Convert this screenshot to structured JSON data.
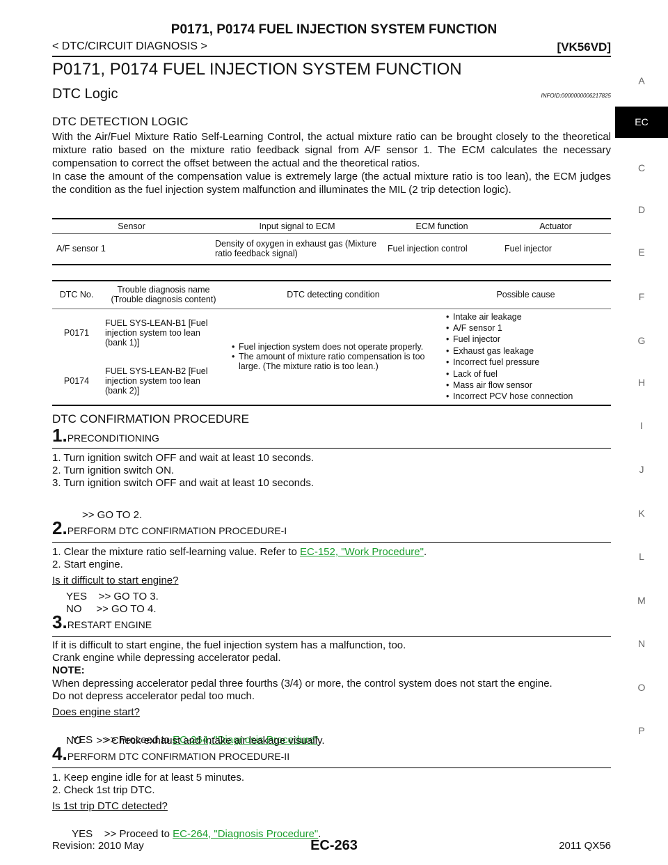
{
  "header": {
    "title": "P0171, P0174 FUEL INJECTION SYSTEM FUNCTION",
    "breadcrumb": "< DTC/CIRCUIT DIAGNOSIS >",
    "model": "[VK56VD]"
  },
  "page_title": "P0171, P0174 FUEL INJECTION SYSTEM FUNCTION",
  "section_title": "DTC Logic",
  "info_id": "INFOID:0000000006217825",
  "detection_logic": {
    "heading": "DTC DETECTION LOGIC",
    "para1": "With the Air/Fuel Mixture Ratio Self-Learning Control, the actual mixture ratio can be brought closely to the theoretical mixture ratio based on the mixture ratio feedback signal from A/F sensor 1. The ECM calculates the necessary compensation to correct the offset between the actual and the theoretical ratios.",
    "para2": "In case the amount of the compensation value is extremely large (the actual mixture ratio is too lean), the ECM judges the condition as the fuel injection system malfunction and illuminates the MIL (2 trip detection logic)."
  },
  "sensor_table": {
    "headers": [
      "Sensor",
      "Input signal to ECM",
      "ECM function",
      "Actuator"
    ],
    "row": [
      "A/F sensor 1",
      "Density of oxygen in exhaust gas (Mixture ratio feedback signal)",
      "Fuel injection control",
      "Fuel injector"
    ]
  },
  "dtc_table": {
    "headers": [
      "DTC No.",
      "Trouble diagnosis name (Trouble diagnosis content)",
      "DTC detecting condition",
      "Possible cause"
    ],
    "rows": [
      {
        "code": "P0171",
        "name": "FUEL SYS-LEAN-B1 [Fuel injection system too lean (bank 1)]"
      },
      {
        "code": "P0174",
        "name": "FUEL SYS-LEAN-B2 [Fuel injection system too lean (bank 2)]"
      }
    ],
    "conditions": [
      "Fuel injection system does not operate properly.",
      "The amount of mixture ratio compensation is too large. (The mixture ratio is too lean.)"
    ],
    "causes": [
      "Intake air leakage",
      "A/F sensor 1",
      "Fuel injector",
      "Exhaust gas leakage",
      "Incorrect fuel pressure",
      "Lack of fuel",
      "Mass air flow sensor",
      "Incorrect PCV hose connection"
    ]
  },
  "confirmation": {
    "heading": "DTC CONFIRMATION PROCEDURE",
    "step1": {
      "num": "1.",
      "title": "PRECONDITIONING",
      "lines": [
        "1. Turn ignition switch OFF and wait at least 10 seconds.",
        "2. Turn ignition switch ON.",
        "3. Turn ignition switch OFF and wait at least 10 seconds."
      ],
      "goto": ">> GO TO 2."
    },
    "step2": {
      "num": "2.",
      "title": "PERFORM DTC CONFIRMATION PROCEDURE-I",
      "line1_prefix": "1. Clear the mixture ratio self-learning value. Refer to ",
      "line1_link": "EC-152, \"Work Procedure\"",
      "line1_suffix": ".",
      "line2": "2. Start engine.",
      "question": "Is it difficult to start engine?",
      "yes": "YES    >> GO TO 3.",
      "no": "NO     >> GO TO 4."
    },
    "step3": {
      "num": "3.",
      "title": "RESTART ENGINE",
      "line1": "If it is difficult to start engine, the fuel injection system has a malfunction, too.",
      "line2": "Crank engine while depressing accelerator pedal.",
      "note_label": "NOTE:",
      "note1": "When depressing accelerator pedal three fourths (3/4) or more, the control system does not start the engine.",
      "note2": "Do not depress accelerator pedal too much.",
      "question": "Does engine start?",
      "yes_prefix": "YES    >> Proceed to ",
      "yes_link": "EC-264, \"Diagnosis Procedure\"",
      "yes_suffix": ".",
      "no": "NO     >> Check exhaust and intake air leakage visually."
    },
    "step4": {
      "num": "4.",
      "title": "PERFORM DTC CONFIRMATION PROCEDURE-II",
      "line1": "1. Keep engine idle for at least 5 minutes.",
      "line2": "2. Check 1st trip DTC.",
      "question": "Is 1st trip DTC detected?",
      "yes_prefix": "YES    >> Proceed to ",
      "yes_link": "EC-264, \"Diagnosis Procedure\"",
      "yes_suffix": "."
    }
  },
  "side_index": [
    "A",
    "EC",
    "C",
    "D",
    "E",
    "F",
    "G",
    "H",
    "I",
    "J",
    "K",
    "L",
    "M",
    "N",
    "O",
    "P"
  ],
  "footer": {
    "revision": "Revision: 2010 May",
    "page": "EC-263",
    "model": "2011 QX56"
  }
}
